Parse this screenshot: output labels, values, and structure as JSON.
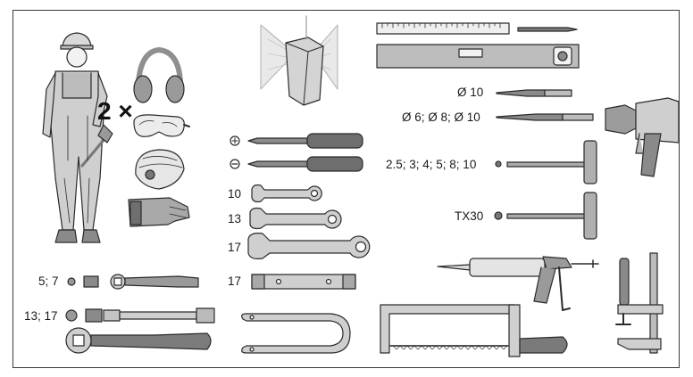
{
  "labels": {
    "count": "2 ×",
    "socket_small": "5; 7",
    "socket_large": "13; 17",
    "wrench_10": "10",
    "wrench_13": "13",
    "wrench_17": "17",
    "box_17": "17",
    "drill_10": "Ø 10",
    "drill_set": "Ø 6; Ø 8; Ø 10",
    "hex_sizes": "2.5; 3; 4; 5; 8; 10",
    "torx": "TX30"
  },
  "colors": {
    "line": "#2b2b2b",
    "light_gray": "#d9d9d9",
    "mid_gray": "#a8a8a8",
    "dark_gray": "#555555",
    "handle": "#6e6e6e"
  },
  "icons": [
    "worker-figure",
    "ear-defenders-icon",
    "safety-goggles-icon",
    "dust-mask-icon",
    "work-gloves-icon",
    "laser-level-icon",
    "folding-rule-icon",
    "pencil-icon",
    "spirit-level-icon",
    "phillips-screwdriver-icon",
    "flat-screwdriver-icon",
    "drill-bit-icon",
    "hammer-drill-icon",
    "hex-key-icon",
    "torx-key-icon",
    "caulking-gun-icon",
    "clamp-icon",
    "hacksaw-icon",
    "ratchet-icon",
    "hook-spanner-icon"
  ]
}
